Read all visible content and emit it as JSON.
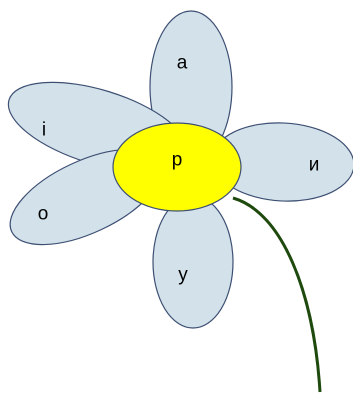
{
  "colors": {
    "petal_fill": "#d3e2ea",
    "center_fill": "#ffff00",
    "stem": "#1f4a0e"
  },
  "flower": {
    "center_letter": "р",
    "petals": {
      "top": "а",
      "upper_left": "і",
      "right": "и",
      "lower_left": "о",
      "bottom": "у"
    }
  }
}
